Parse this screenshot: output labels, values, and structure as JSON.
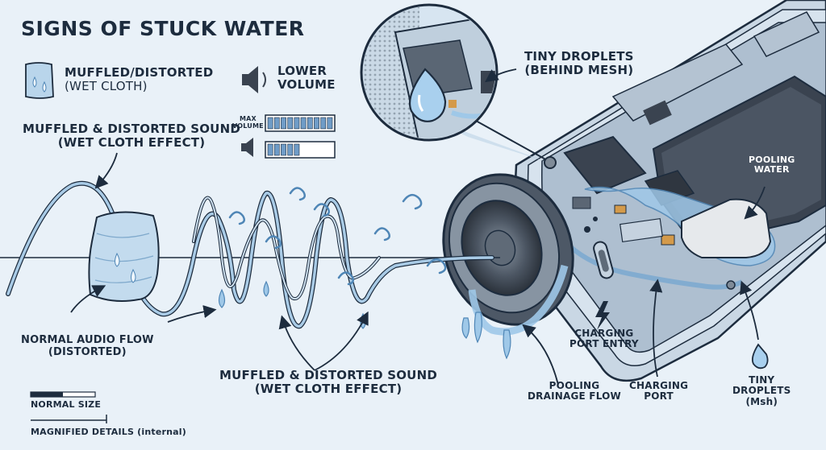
{
  "title": "SIGNS OF STUCK WATER",
  "legend": {
    "muffled_line1": "MUFFLED/DISTORTED",
    "muffled_line2": "(WET CLOTH)",
    "lower_line1": "LOWER",
    "lower_line2": "VOLUME",
    "max_line1": "MAX",
    "max_line2": "VOLUME",
    "max_volume_level": 1.0,
    "current_volume_level": 0.45
  },
  "labels": {
    "muffled_effect_top_line1": "MUFFLED & DISTORTED SOUND",
    "muffled_effect_top_line2": "(WET CLOTH EFFECT)",
    "normal_audio_line1": "NORMAL AUDIO FLOW",
    "normal_audio_line2": "(DISTORTED)",
    "muffled_effect_bottom_line1": "MUFFLED & DISTORTED SOUND",
    "muffled_effect_bottom_line2": "(WET CLOTH EFFECT)",
    "tiny_droplets_mesh_line1": "TINY DROPLETS",
    "tiny_droplets_mesh_line2": "(BEHIND MESH)",
    "pooling_water_line1": "POOLING",
    "pooling_water_line2": "WATER",
    "charging_entry_line1": "CHARGING",
    "charging_entry_line2": "PORT ENTRY",
    "pooling_drain_line1": "POOLING",
    "pooling_drain_line2": "DRAINAGE FLOW",
    "charging_port_line1": "CHARGING",
    "charging_port_line2": "PORT",
    "tiny_droplets_line1": "TINY",
    "tiny_droplets_line2": "DROPLETS",
    "tiny_droplets_line3": "(Msh)"
  },
  "scale": {
    "normal_size": "NORMAL SIZE",
    "magnified": "MAGNIFIED DETAILS (internal)"
  },
  "colors": {
    "background": "#e9f1f8",
    "water": "#9fc8e8",
    "water_dark": "#4f86b6",
    "outline": "#1d2c3e",
    "phone_body": "#c9d7e4",
    "chip": "#3a4350"
  }
}
